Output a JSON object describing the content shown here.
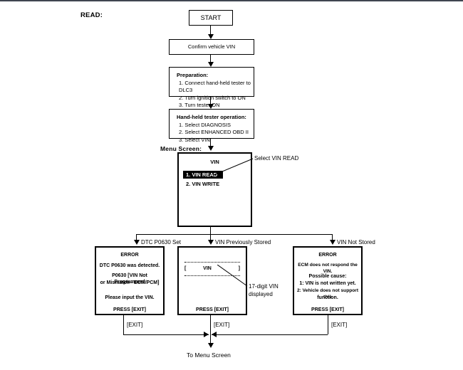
{
  "page": {
    "section_label": "READ:",
    "menu_screen_label": "Menu Screen:"
  },
  "flow": {
    "start": "START",
    "confirm_vin": "Confirm vehicle VIN",
    "preparation": {
      "title": "Preparation:",
      "steps": [
        "1. Connect hand-held tester to DLC3",
        "2. Turn ignition switch to ON",
        "3. Turn tester ON"
      ]
    },
    "tester_operation": {
      "title": "Hand-held tester operation:",
      "steps": [
        "1. Select DIAGNOSIS",
        "2. Select ENHANCED OBD II",
        "3. Select VIN"
      ]
    },
    "menu": {
      "title": "VIN",
      "item_selected": "1. VIN READ",
      "item_other": "2. VIN WRITE",
      "callout": "Select VIN READ"
    },
    "branches": [
      {
        "label": "DTC P0630 Set"
      },
      {
        "label": "VIN Previously Stored"
      },
      {
        "label": "VIN Not Stored"
      }
    ],
    "screen_error_dtc": {
      "title": "ERROR",
      "line1": "DTC P0630 was detected.",
      "line2": "P0630  [VIN Not Programmed",
      "line3": "or Mismatch - ECM/PCM]",
      "line4": "Please input the VIN.",
      "press": "PRESS [EXIT]"
    },
    "screen_vin_stored": {
      "vin_bracket_left": "[",
      "vin_label": "VIN",
      "vin_bracket_right": "]",
      "press": "PRESS [EXIT]",
      "callout_line1": "17-digit VIN",
      "callout_line2": "displayed"
    },
    "screen_not_stored": {
      "title": "ERROR",
      "line1": "ECM does not respond the VIN.",
      "line2": "Possible cause:",
      "line3": "1: VIN is not written yet.",
      "line4": "2: Vehicle does not support this",
      "line5": "function.",
      "press": "PRESS [EXIT]"
    },
    "exit_labels": [
      "[EXIT]",
      "[EXIT]",
      "[EXIT]"
    ],
    "terminator": "To Menu Screen"
  },
  "colors": {
    "line": "#000000",
    "page_border": "#3f4550",
    "background": "#ffffff",
    "highlight_bg": "#000000",
    "highlight_fg": "#ffffff"
  }
}
